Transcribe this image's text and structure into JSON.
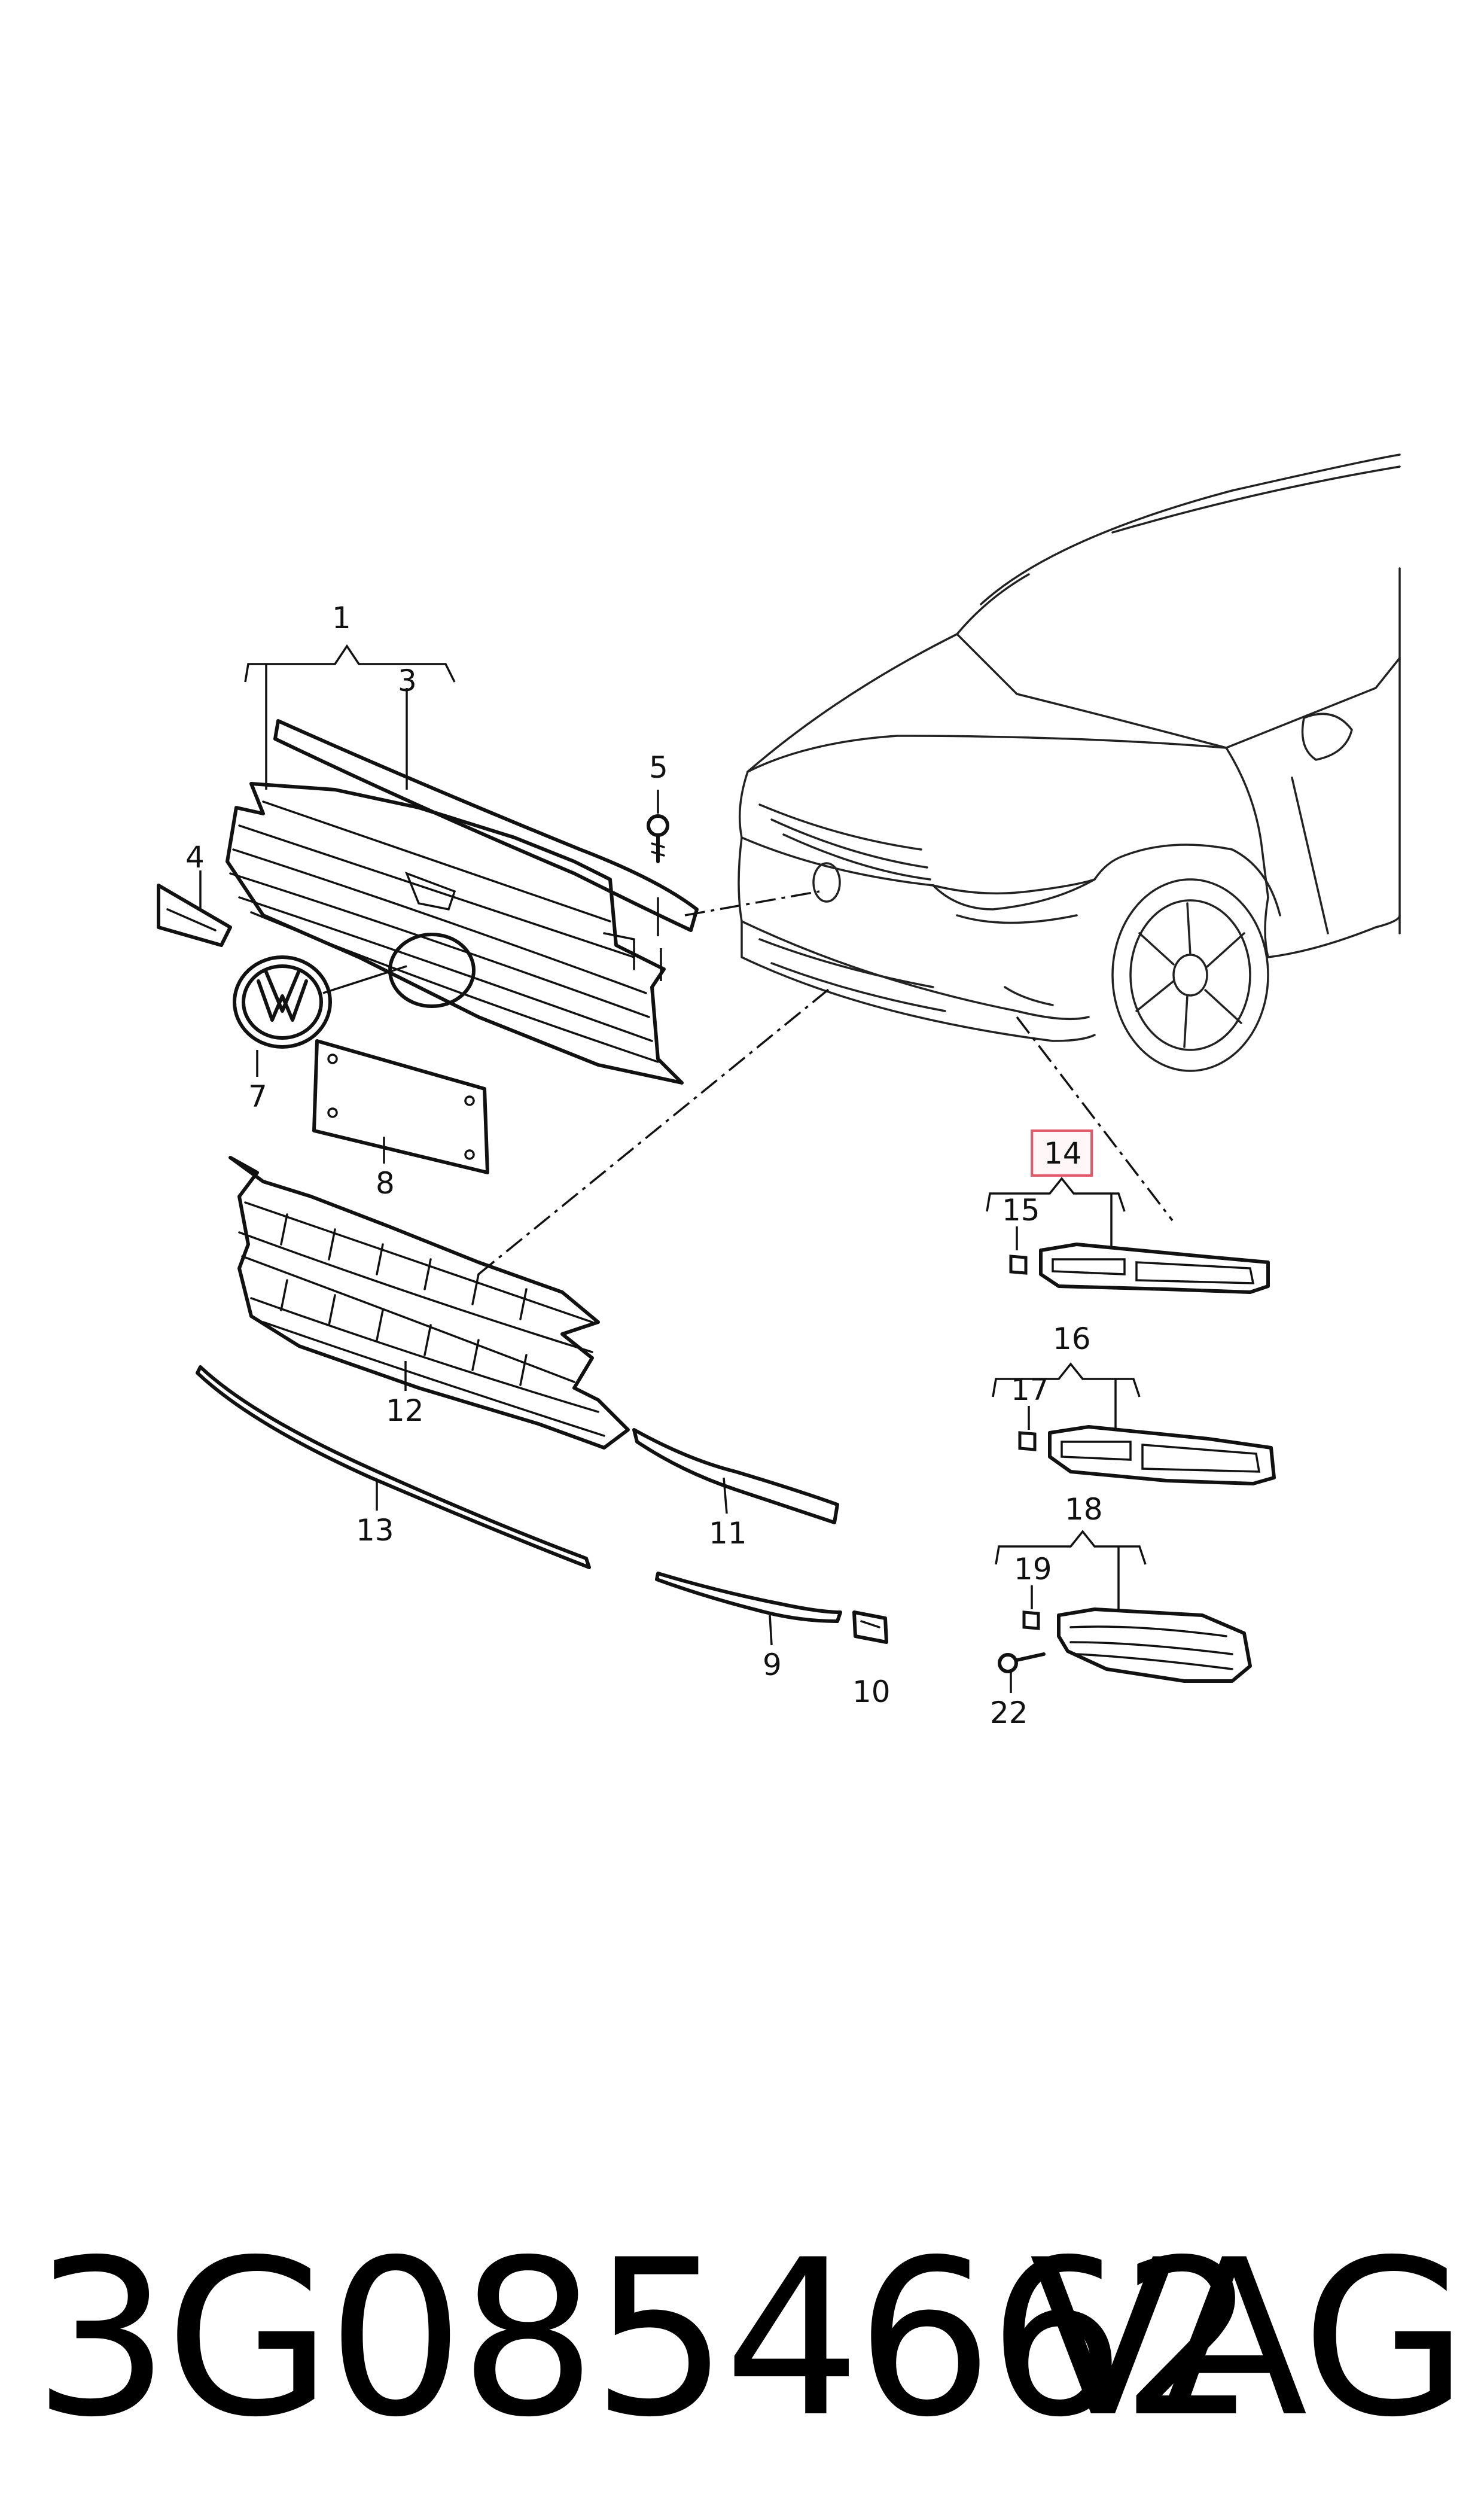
{
  "callouts": {
    "c1": "1",
    "c3": "3",
    "c4": "4",
    "c5": "5",
    "c7": "7",
    "c8": "8",
    "c9": "9",
    "c10": "10",
    "c11": "11",
    "c12": "12",
    "c13": "13",
    "c14": "14",
    "c15": "15",
    "c16": "16",
    "c17": "17",
    "c18": "18",
    "c19": "19",
    "c22": "22"
  },
  "highlight_color": "#e05a6a",
  "footer": {
    "part_number": "3G0854662",
    "brand": "VAG"
  }
}
